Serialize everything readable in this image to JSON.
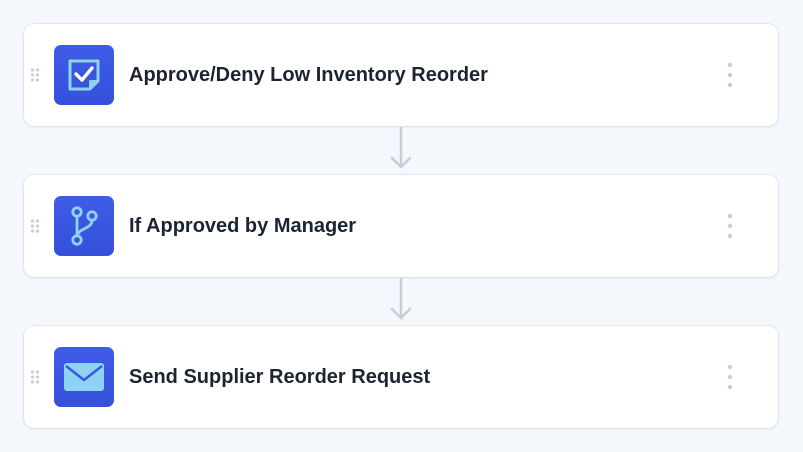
{
  "workflow": {
    "steps": [
      {
        "title": "Approve/Deny Low Inventory Reorder",
        "icon": "approval-checkbox-icon"
      },
      {
        "title": "If Approved by Manager",
        "icon": "branch-icon"
      },
      {
        "title": "Send Supplier Reorder Request",
        "icon": "envelope-icon"
      }
    ]
  },
  "colors": {
    "background": "#f4f7fc",
    "card": "#ffffff",
    "icon_tile": "#3b56e2",
    "icon_accent": "#8fd3f2",
    "title_text": "#1c2433",
    "muted": "#c8ced8"
  }
}
